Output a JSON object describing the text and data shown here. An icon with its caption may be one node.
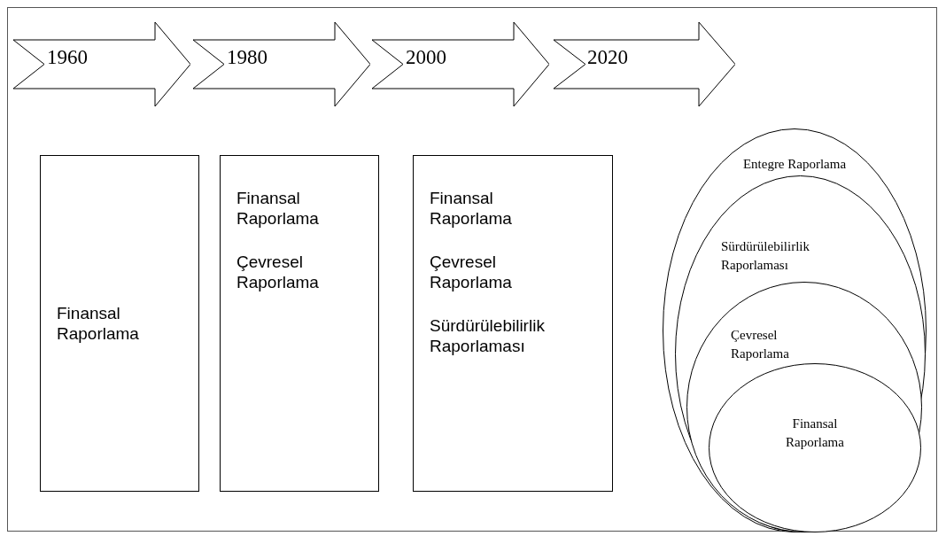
{
  "diagram": {
    "nodes": [
      {
        "text": [
          "1960"
        ]
      },
      {
        "text": [
          "1980"
        ]
      },
      {
        "text": [
          "2000"
        ]
      },
      {
        "text": [
          "2020"
        ]
      },
      {
        "text": [
          "Finansal Raporlama"
        ]
      },
      {
        "text": [
          "Finansal Raporlama",
          "Çevresel Raporlama"
        ]
      },
      {
        "text": [
          "Finansal Raporlama",
          "Çevresel Raporlama",
          "Sürdürülebilirlik Raporlaması"
        ]
      },
      {
        "text": [
          "Entegre Raporlama"
        ]
      },
      {
        "text": [
          "Sürdürülebilirlik Raporlaması"
        ],
        "in": 7
      },
      {
        "text": [
          "Çevresel Raporlama"
        ],
        "in": 8
      },
      {
        "text": [
          "Finansal Raporlama"
        ],
        "in": 9
      }
    ]
  }
}
